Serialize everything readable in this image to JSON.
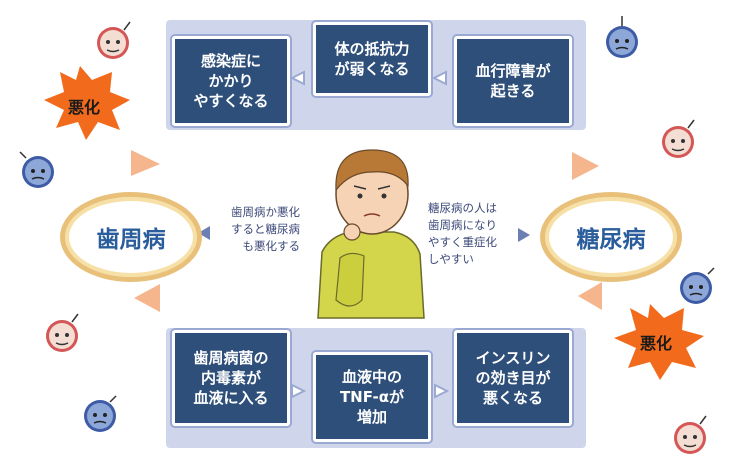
{
  "top_row": {
    "left": "感染症に\nかかり\nやすくなる",
    "center": "体の抵抗力\nが弱くなる",
    "right": "血行障害が\n起きる"
  },
  "bottom_row": {
    "left": "歯周病菌の\n内毒素が\n血液に入る",
    "center": "血液中の\nTNF-αが\n増加",
    "right": "インスリン\nの効き目が\n悪くなる"
  },
  "left_oval": "歯周病",
  "right_oval": "糖尿病",
  "left_note": "歯周病か悪化\nすると糖尿病\nも悪化する",
  "right_note": "糖尿病の人は\n歯周病になり\nやすく重症化\nしやすい",
  "burst_left": "悪化",
  "burst_right": "悪化",
  "colors": {
    "box": "#2e4f7a",
    "panel": "#cfd6ec",
    "arrow": "#f0b487",
    "oval_border": "#e9c07a",
    "burst": "#f26a1b"
  },
  "icons": [
    "germ-icon",
    "person-illustration",
    "burst-icon"
  ]
}
